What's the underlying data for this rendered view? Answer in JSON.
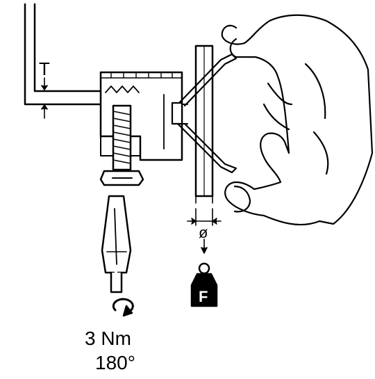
{
  "labels": {
    "thickness": "T",
    "diameter": "ø",
    "force": "F",
    "torque": "3 Nm",
    "angle": "180°"
  },
  "colors": {
    "ink": "#000000",
    "paper": "#ffffff"
  }
}
